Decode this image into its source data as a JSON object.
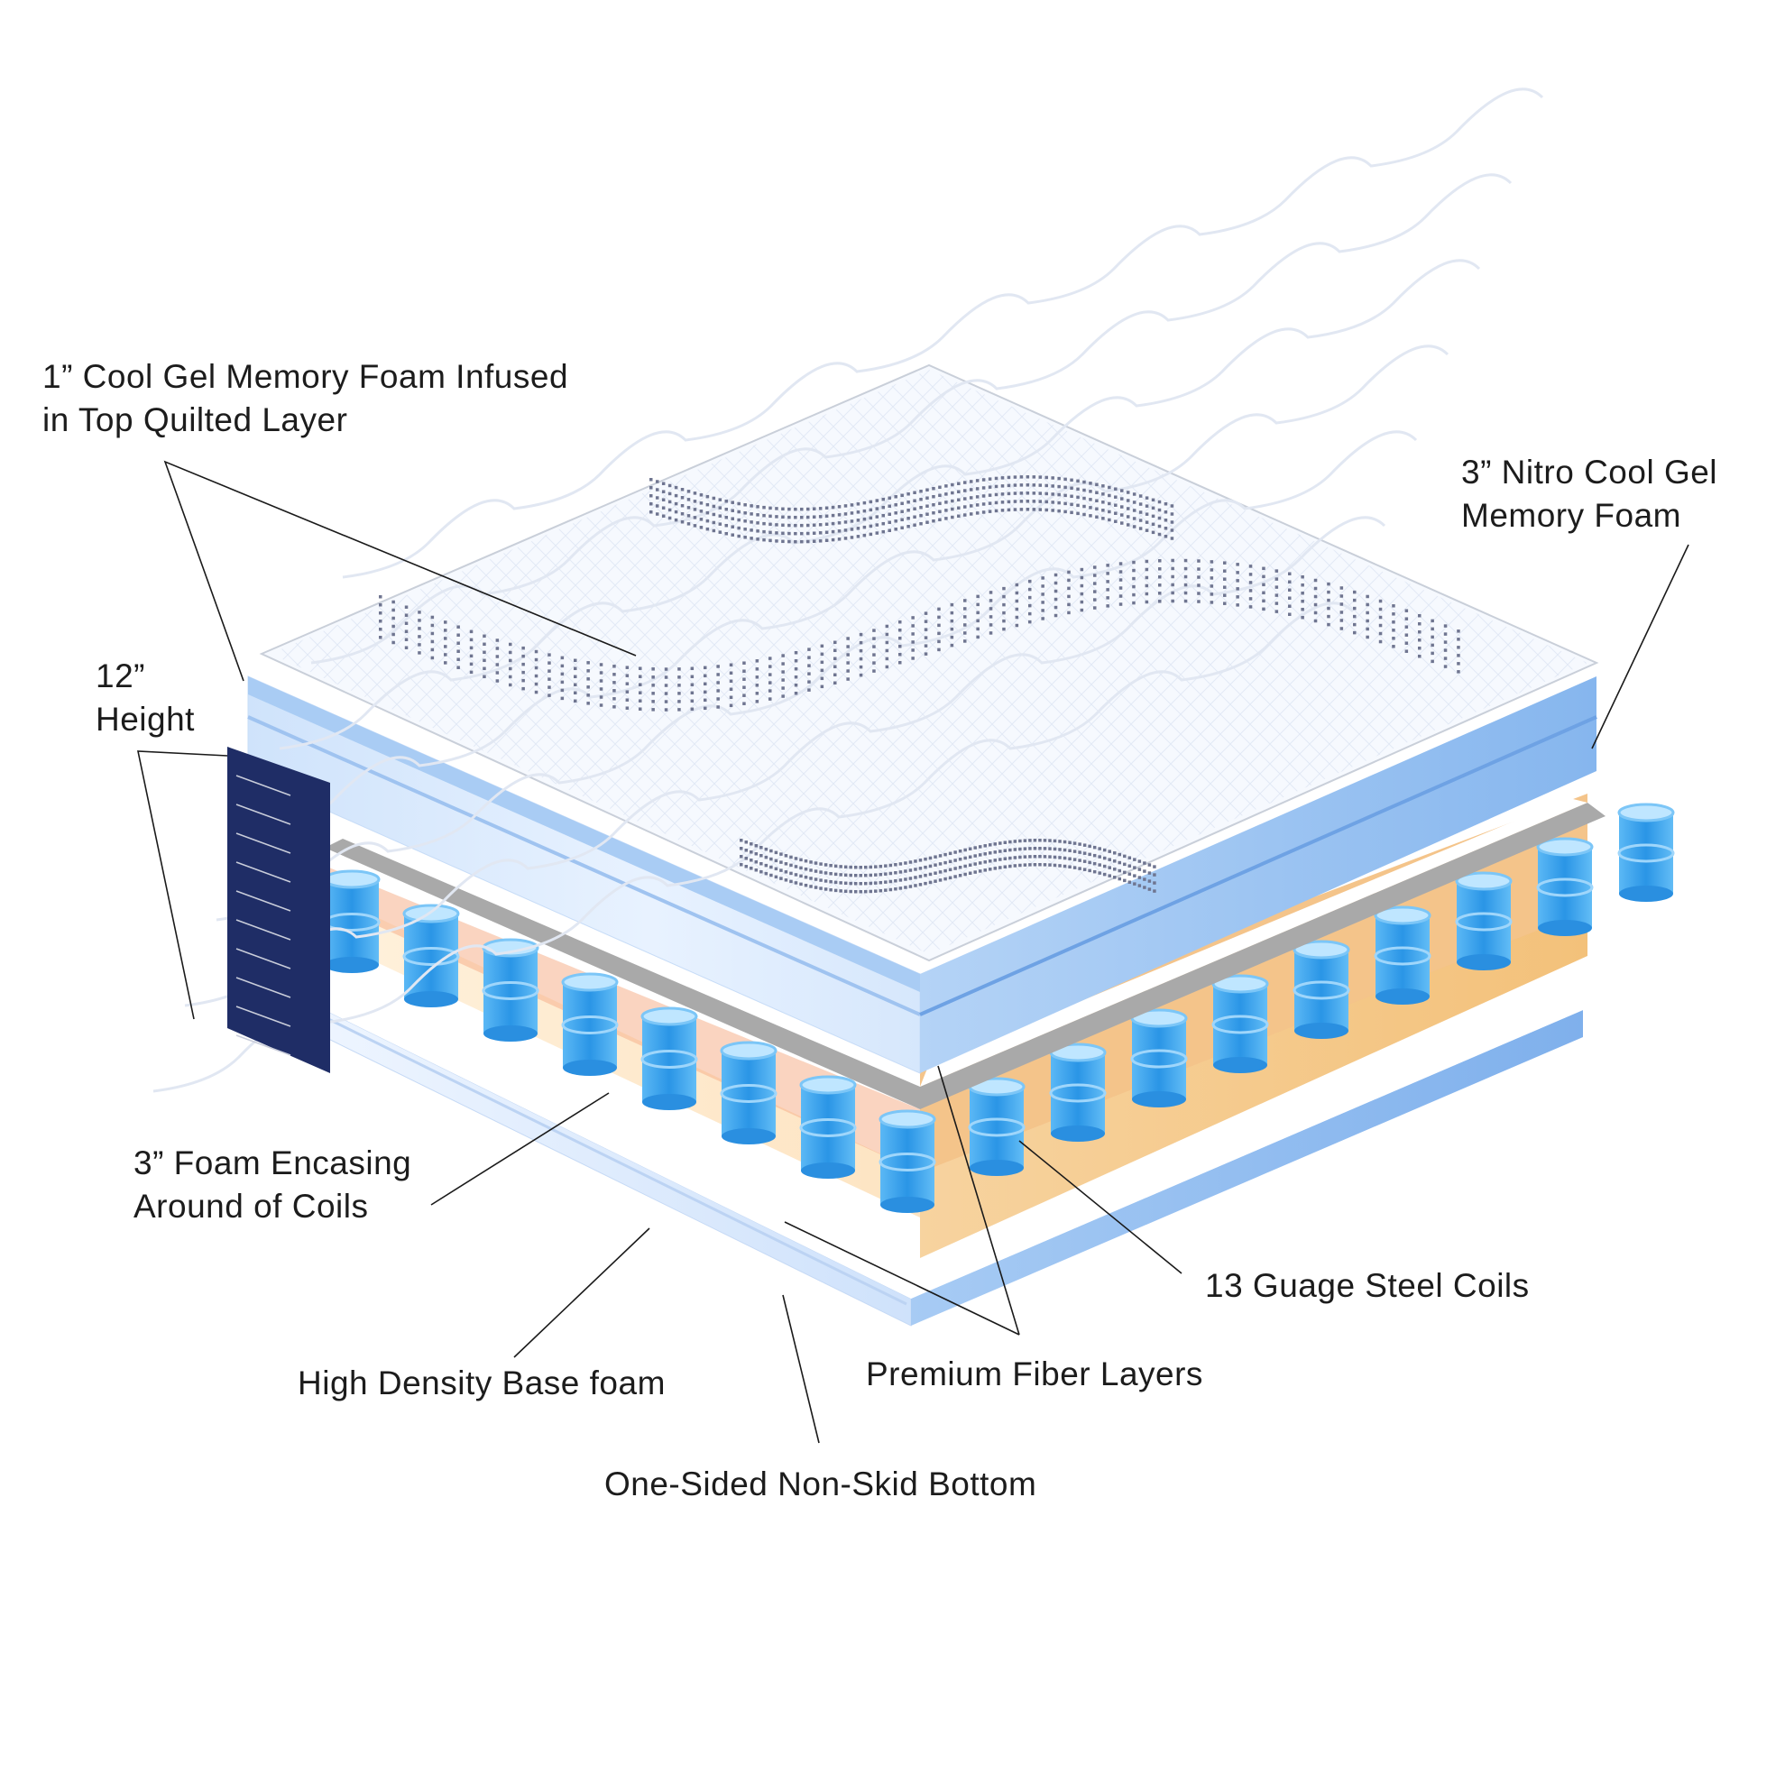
{
  "labels": {
    "top_quilted": {
      "line1": "1” Cool Gel Memory Foam Infused",
      "line2": "in Top Quilted Layer"
    },
    "nitro": {
      "line1": "3” Nitro Cool Gel",
      "line2": "Memory Foam"
    },
    "height": {
      "line1": "12”",
      "line2": "Height"
    },
    "foam_encasing": {
      "line1": "3” Foam Encasing",
      "line2": "Around of Coils"
    },
    "steel_coils": "13 Guage Steel Coils",
    "fiber_layers": "Premium Fiber Layers",
    "base_foam": "High Density Base foam",
    "non_skid": "One-Sided Non-Skid Bottom"
  },
  "colors": {
    "navy_ruler": "#1f2d66",
    "foam_blue": "#8fbdf0",
    "foam_light": "#dcebff",
    "coil_blue": "#3aa0ea",
    "encasing_peach": "#f6c98c",
    "fiber_gray": "#a9a9a9",
    "dots": "#6f7590"
  }
}
